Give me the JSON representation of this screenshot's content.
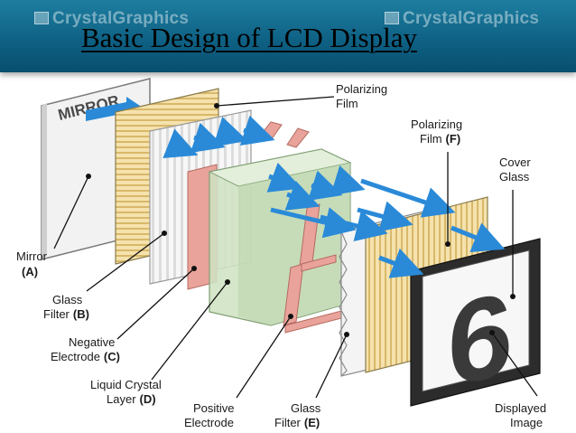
{
  "header": {
    "watermark": "CrystalGraphics",
    "title": "Basic Design of LCD Display"
  },
  "diagram": {
    "mirror_text": "MIRROR",
    "display_digit": "6",
    "labels": {
      "polarizing_film_1": {
        "line1": "Polarizing",
        "line2": "Film"
      },
      "polarizing_film_f": {
        "line1": "Polarizing",
        "line2": "Film",
        "tag": "(F)"
      },
      "cover_glass": {
        "line1": "Cover",
        "line2": "Glass"
      },
      "mirror": {
        "line1": "Mirror",
        "tag": "(A)"
      },
      "glass_filter_b": {
        "line1": "Glass",
        "line2": "Filter",
        "tag": "(B)"
      },
      "negative_electrode": {
        "line1": "Negative",
        "line2": "Electrode",
        "tag": "(C)"
      },
      "liquid_crystal": {
        "line1": "Liquid Crystal",
        "line2": "Layer",
        "tag": "(D)"
      },
      "positive_electrode": {
        "line1": "Positive",
        "line2": "Electrode"
      },
      "glass_filter_e": {
        "line1": "Glass",
        "line2": "Filter",
        "tag": "(E)"
      },
      "displayed_image": {
        "line1": "Displayed",
        "line2": "Image"
      }
    },
    "colors": {
      "arrow_blue": "#2a8ad8",
      "polarizer": "#f3dca2",
      "electrode": "#e9a39a",
      "liquid_crystal": "#cfe3c3",
      "frame_dark": "#2c2c2c"
    }
  }
}
